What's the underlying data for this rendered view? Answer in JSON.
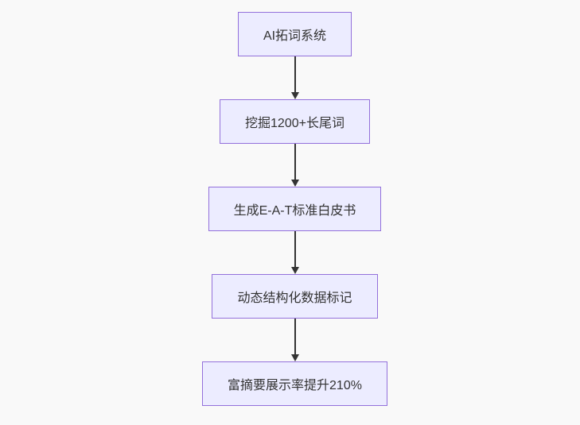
{
  "chart_data": {
    "type": "flowchart",
    "direction": "top-down",
    "nodes": [
      {
        "id": "A",
        "label": "AI拓词系统"
      },
      {
        "id": "B",
        "label": "挖掘1200+长尾词"
      },
      {
        "id": "C",
        "label": "生成E-A-T标准白皮书"
      },
      {
        "id": "D",
        "label": "动态结构化数据标记"
      },
      {
        "id": "E",
        "label": "富摘要展示率提升210%"
      }
    ],
    "edges": [
      {
        "from": "A",
        "to": "B"
      },
      {
        "from": "B",
        "to": "C"
      },
      {
        "from": "C",
        "to": "D"
      },
      {
        "from": "D",
        "to": "E"
      }
    ],
    "colors": {
      "background": "#f9f9f9",
      "node_fill": "#ECECFF",
      "node_border": "#9370DB",
      "text": "#333333",
      "arrow": "#333333"
    }
  }
}
